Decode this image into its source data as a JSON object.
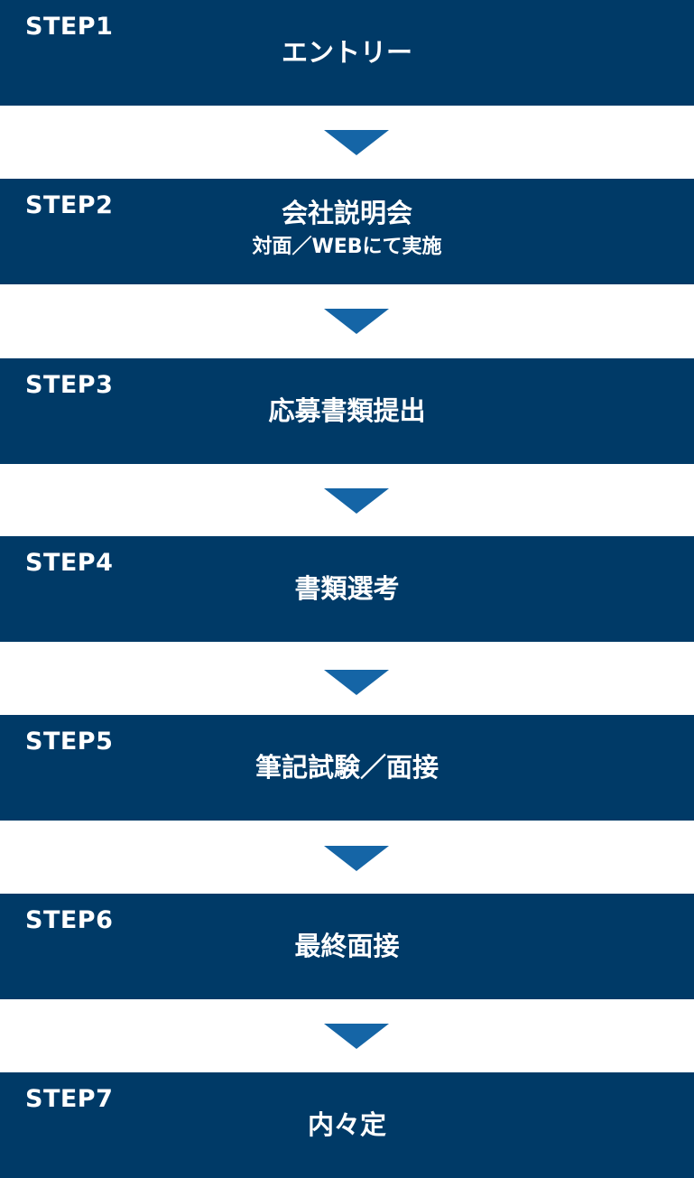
{
  "colors": {
    "step_background": "#003a67",
    "step_text": "#ffffff",
    "arrow": "#1565a6",
    "page_background": "#ffffff"
  },
  "steps": [
    {
      "label": "STEP1",
      "title": "エントリー"
    },
    {
      "label": "STEP2",
      "title": "会社説明会",
      "subtitle": "対面／WEBにて実施"
    },
    {
      "label": "STEP3",
      "title": "応募書類提出"
    },
    {
      "label": "STEP4",
      "title": "書類選考"
    },
    {
      "label": "STEP5",
      "title": "筆記試験／面接"
    },
    {
      "label": "STEP6",
      "title": "最終面接"
    },
    {
      "label": "STEP7",
      "title": "内々定"
    }
  ]
}
